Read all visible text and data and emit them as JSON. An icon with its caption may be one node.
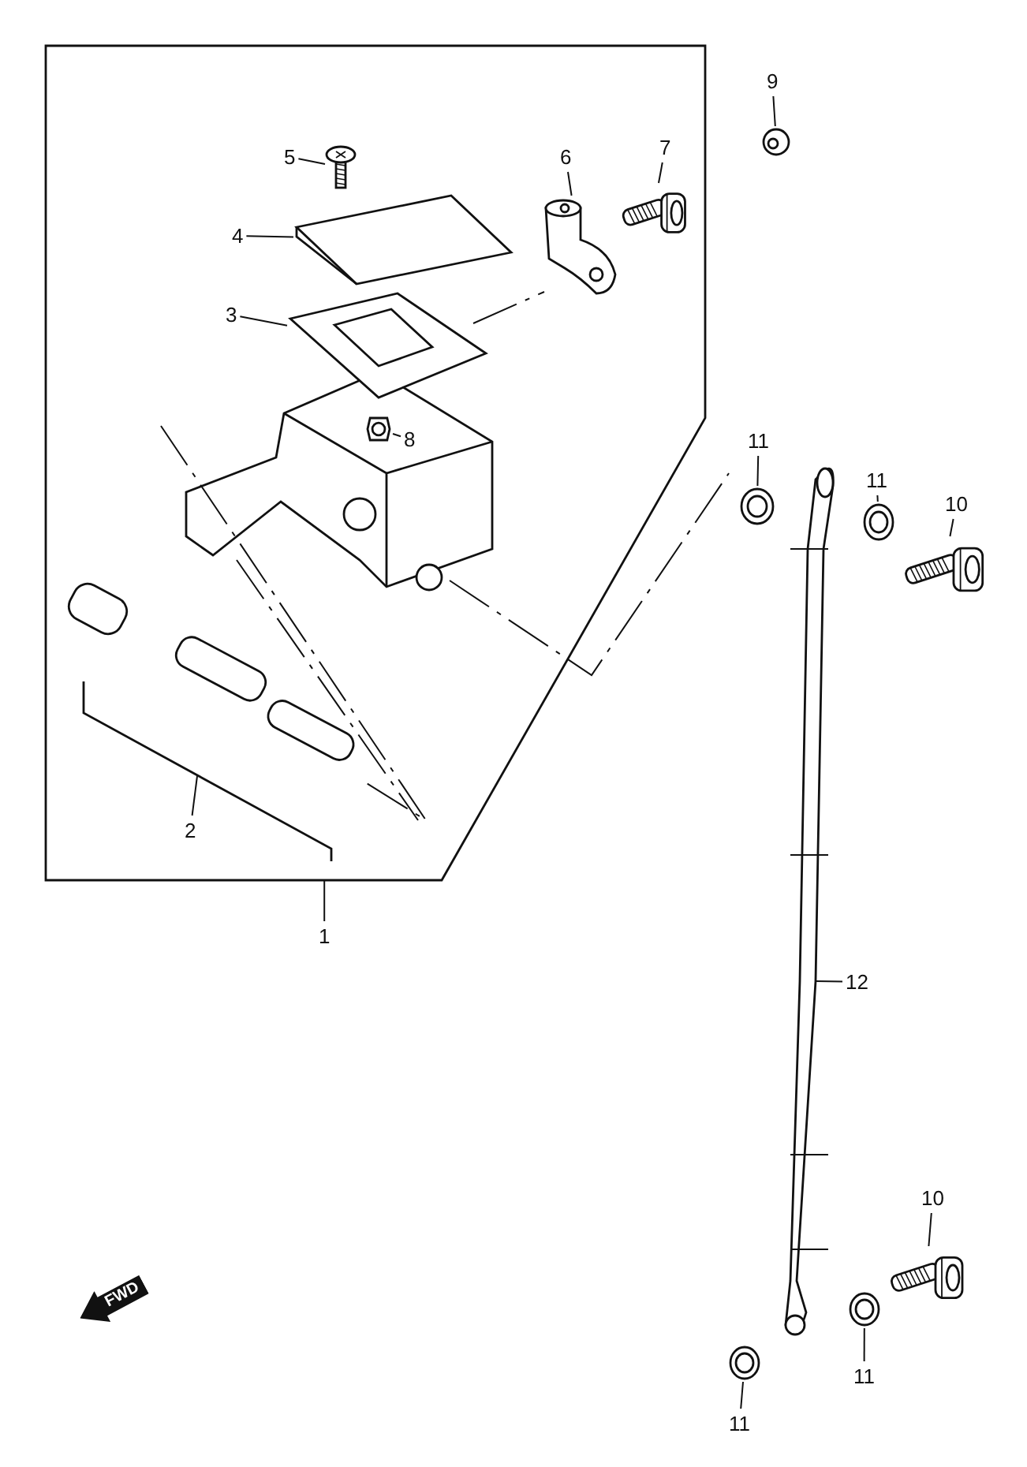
{
  "diagram": {
    "nodes": [
      {
        "text": [],
        "shape": "box"
      },
      {
        "text": [
          "9"
        ]
      },
      {
        "text": [],
        "shape": "picture"
      },
      {
        "text": [
          "5"
        ],
        "in": 0
      },
      {
        "text": [],
        "shape": "picture",
        "in": 0
      },
      {
        "text": [
          "7"
        ],
        "in": 0
      },
      {
        "text": [],
        "shape": "picture",
        "in": 0
      },
      {
        "text": [
          "6"
        ],
        "in": 0
      },
      {
        "text": [],
        "shape": "picture",
        "in": 0
      },
      {
        "text": [
          "4"
        ],
        "in": 0
      },
      {
        "text": [],
        "shape": "picture",
        "in": 0
      },
      {
        "text": [
          "3"
        ],
        "in": 0
      },
      {
        "text": [],
        "shape": "picture",
        "in": 0
      },
      {
        "text": [
          "8"
        ],
        "in": 0
      },
      {
        "text": [],
        "shape": "picture",
        "in": 0
      },
      {
        "text": [
          "2"
        ],
        "in": 0
      },
      {
        "text": [],
        "shape": "picture",
        "in": 0
      },
      {
        "text": [
          "1"
        ]
      },
      {
        "text": [
          "11"
        ]
      },
      {
        "text": [],
        "shape": "picture"
      },
      {
        "text": [
          "11"
        ]
      },
      {
        "text": [],
        "shape": "picture"
      },
      {
        "text": [
          "10"
        ]
      },
      {
        "text": [],
        "shape": "picture"
      },
      {
        "text": [
          "12"
        ]
      },
      {
        "text": [],
        "shape": "picture"
      },
      {
        "text": [
          "10"
        ]
      },
      {
        "text": [],
        "shape": "picture"
      },
      {
        "text": [
          "11"
        ]
      },
      {
        "text": [],
        "shape": "picture"
      },
      {
        "text": [
          "11"
        ]
      },
      {
        "text": [],
        "shape": "picture"
      }
    ],
    "edges": [
      {
        "from": 1,
        "to": 2,
        "arrow": "none"
      },
      {
        "from": 3,
        "to": 4,
        "arrow": "none"
      },
      {
        "from": 5,
        "to": 6,
        "arrow": "none"
      },
      {
        "from": 7,
        "to": 8,
        "arrow": "none"
      },
      {
        "from": 9,
        "to": 10,
        "arrow": "none"
      },
      {
        "from": 11,
        "to": 12,
        "arrow": "none"
      },
      {
        "from": 13,
        "to": 14,
        "arrow": "none"
      },
      {
        "from": 15,
        "to": 16,
        "arrow": "none"
      },
      {
        "from": 17,
        "to": 0,
        "arrow": "none"
      },
      {
        "from": 18,
        "to": 19,
        "arrow": "none"
      },
      {
        "from": 20,
        "to": 21,
        "arrow": "none"
      },
      {
        "from": 22,
        "to": 23,
        "arrow": "none"
      },
      {
        "from": 24,
        "to": 25,
        "arrow": "none"
      },
      {
        "from": 26,
        "to": 27,
        "arrow": "none"
      },
      {
        "from": 28,
        "to": 29,
        "arrow": "none"
      },
      {
        "from": 30,
        "to": 31,
        "arrow": "none"
      }
    ],
    "labels": [
      "FWD"
    ]
  }
}
